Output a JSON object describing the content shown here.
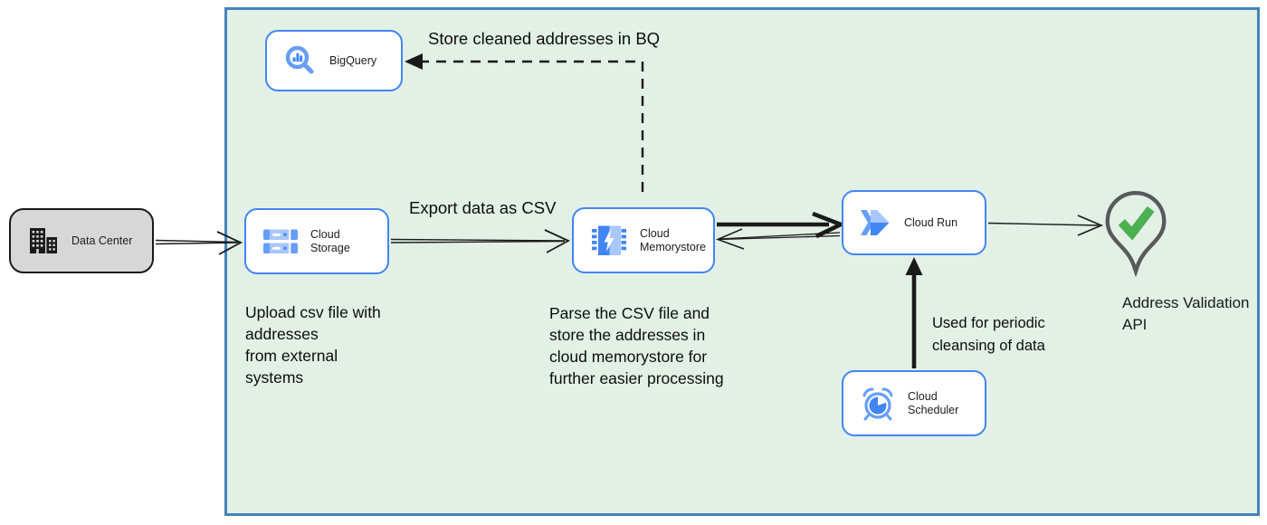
{
  "nodes": {
    "data_center": {
      "label": "Data Center"
    },
    "bigquery": {
      "label": "BigQuery"
    },
    "cloud_storage": {
      "label": "Cloud Storage"
    },
    "cloud_memorystore": {
      "label": "Cloud\nMemorystore"
    },
    "cloud_run": {
      "label": "Cloud Run"
    },
    "cloud_scheduler": {
      "label": "Cloud Scheduler"
    },
    "address_validation": {
      "label": "Address Validation\nAPI"
    }
  },
  "edge_labels": {
    "store_cleaned": "Store cleaned addresses in BQ",
    "export_csv": "Export data as CSV",
    "periodic_cleansing": "Used for periodic\ncleansing of data"
  },
  "annotations": {
    "upload": "Upload csv file with\naddresses\nfrom external\nsystems",
    "parse": "Parse the CSV file and\nstore the addresses in\ncloud  memorystore for\nfurther easier processing"
  },
  "icons": {
    "data_center": "building-icon",
    "bigquery": "bigquery-magnifier-icon",
    "cloud_storage": "storage-bars-icon",
    "cloud_memorystore": "memorystore-chip-icon",
    "cloud_run": "cloud-run-chevrons-icon",
    "cloud_scheduler": "scheduler-alarm-clock-icon",
    "address_validation": "map-pin-check-icon"
  },
  "colors": {
    "container_fill": "#e2f0e6",
    "container_border": "#4384bb",
    "node_border": "#4285f4",
    "node_fill": "#ffffff",
    "datacenter_fill": "#d7d7d7",
    "ink": "#1a1a1a",
    "icon_blue": "#4285f4",
    "icon_blue_mid": "#669df6",
    "icon_blue_light": "#a8c7fa",
    "check_green": "#4caf50",
    "pin_gray": "#58595b"
  }
}
